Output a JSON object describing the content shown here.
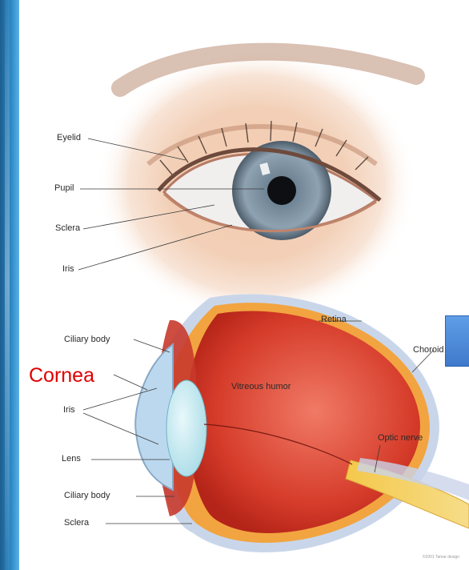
{
  "colors": {
    "accent_bar": "#2a86c4",
    "side_box": "#4a88d8",
    "cornea_label": "#e00000",
    "eyeball_red": "#d63c2a",
    "sclera_blue": "#c9d6ea"
  },
  "external_eye": {
    "labels": {
      "eyelid": "Eyelid",
      "pupil": "Pupil",
      "sclera": "Sclera",
      "iris": "Iris"
    }
  },
  "cross_section": {
    "labels": {
      "retina": "Retina",
      "ciliary_body_top": "Ciliary body",
      "choroid": "Choroid",
      "cornea": "Cornea",
      "vitreous_humor": "Vitreous humor",
      "iris": "Iris",
      "optic_nerve": "Optic nerve",
      "lens": "Lens",
      "ciliary_body_bottom": "Ciliary body",
      "sclera": "Sclera"
    }
  },
  "credit": "©2001 Tamar design"
}
